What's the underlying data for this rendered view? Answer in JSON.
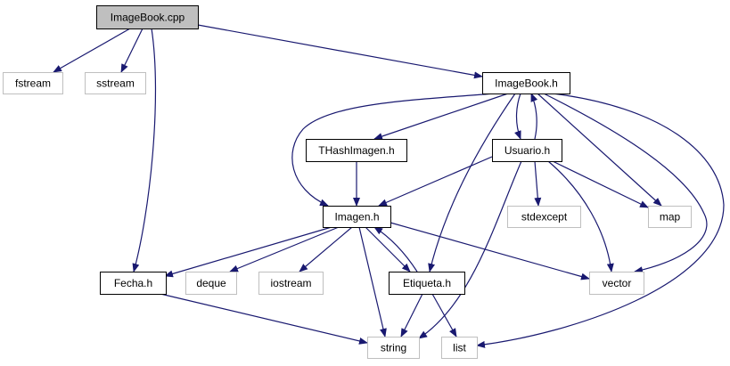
{
  "diagram": {
    "colors": {
      "edge": "#191970",
      "root_fill": "#bfbfbf",
      "node_border": "#000000",
      "external_border": "#bfbfbf",
      "text": "#000000",
      "external_text": "#000000"
    },
    "nodes": [
      {
        "id": "imagebook_cpp",
        "label": "ImageBook.cpp",
        "kind": "root"
      },
      {
        "id": "fstream",
        "label": "fstream",
        "kind": "external"
      },
      {
        "id": "sstream",
        "label": "sstream",
        "kind": "external"
      },
      {
        "id": "imagebook_h",
        "label": "ImageBook.h",
        "kind": "local"
      },
      {
        "id": "thashimagen_h",
        "label": "THashImagen.h",
        "kind": "local"
      },
      {
        "id": "usuario_h",
        "label": "Usuario.h",
        "kind": "local"
      },
      {
        "id": "imagen_h",
        "label": "Imagen.h",
        "kind": "local"
      },
      {
        "id": "stdexcept",
        "label": "stdexcept",
        "kind": "external"
      },
      {
        "id": "map",
        "label": "map",
        "kind": "external"
      },
      {
        "id": "fecha_h",
        "label": "Fecha.h",
        "kind": "local"
      },
      {
        "id": "deque",
        "label": "deque",
        "kind": "external"
      },
      {
        "id": "iostream",
        "label": "iostream",
        "kind": "external"
      },
      {
        "id": "etiqueta_h",
        "label": "Etiqueta.h",
        "kind": "local"
      },
      {
        "id": "vector",
        "label": "vector",
        "kind": "external"
      },
      {
        "id": "string",
        "label": "string",
        "kind": "external"
      },
      {
        "id": "list",
        "label": "list",
        "kind": "external"
      }
    ],
    "edges": [
      {
        "from": "imagebook_cpp",
        "to": "fstream"
      },
      {
        "from": "imagebook_cpp",
        "to": "sstream"
      },
      {
        "from": "imagebook_cpp",
        "to": "imagebook_h"
      },
      {
        "from": "imagebook_cpp",
        "to": "fecha_h"
      },
      {
        "from": "imagebook_h",
        "to": "thashimagen_h"
      },
      {
        "from": "imagebook_h",
        "to": "imagen_h"
      },
      {
        "from": "imagebook_h",
        "to": "usuario_h"
      },
      {
        "from": "imagebook_h",
        "to": "etiqueta_h"
      },
      {
        "from": "imagebook_h",
        "to": "map"
      },
      {
        "from": "imagebook_h",
        "to": "vector"
      },
      {
        "from": "imagebook_h",
        "to": "list"
      },
      {
        "from": "usuario_h",
        "to": "imagebook_h"
      },
      {
        "from": "usuario_h",
        "to": "imagen_h"
      },
      {
        "from": "usuario_h",
        "to": "stdexcept"
      },
      {
        "from": "usuario_h",
        "to": "map"
      },
      {
        "from": "usuario_h",
        "to": "vector"
      },
      {
        "from": "usuario_h",
        "to": "string"
      },
      {
        "from": "thashimagen_h",
        "to": "imagen_h"
      },
      {
        "from": "imagen_h",
        "to": "fecha_h"
      },
      {
        "from": "imagen_h",
        "to": "deque"
      },
      {
        "from": "imagen_h",
        "to": "iostream"
      },
      {
        "from": "imagen_h",
        "to": "etiqueta_h"
      },
      {
        "from": "imagen_h",
        "to": "vector"
      },
      {
        "from": "imagen_h",
        "to": "string"
      },
      {
        "from": "etiqueta_h",
        "to": "imagen_h"
      },
      {
        "from": "etiqueta_h",
        "to": "string"
      },
      {
        "from": "etiqueta_h",
        "to": "list"
      },
      {
        "from": "fecha_h",
        "to": "string"
      }
    ]
  }
}
